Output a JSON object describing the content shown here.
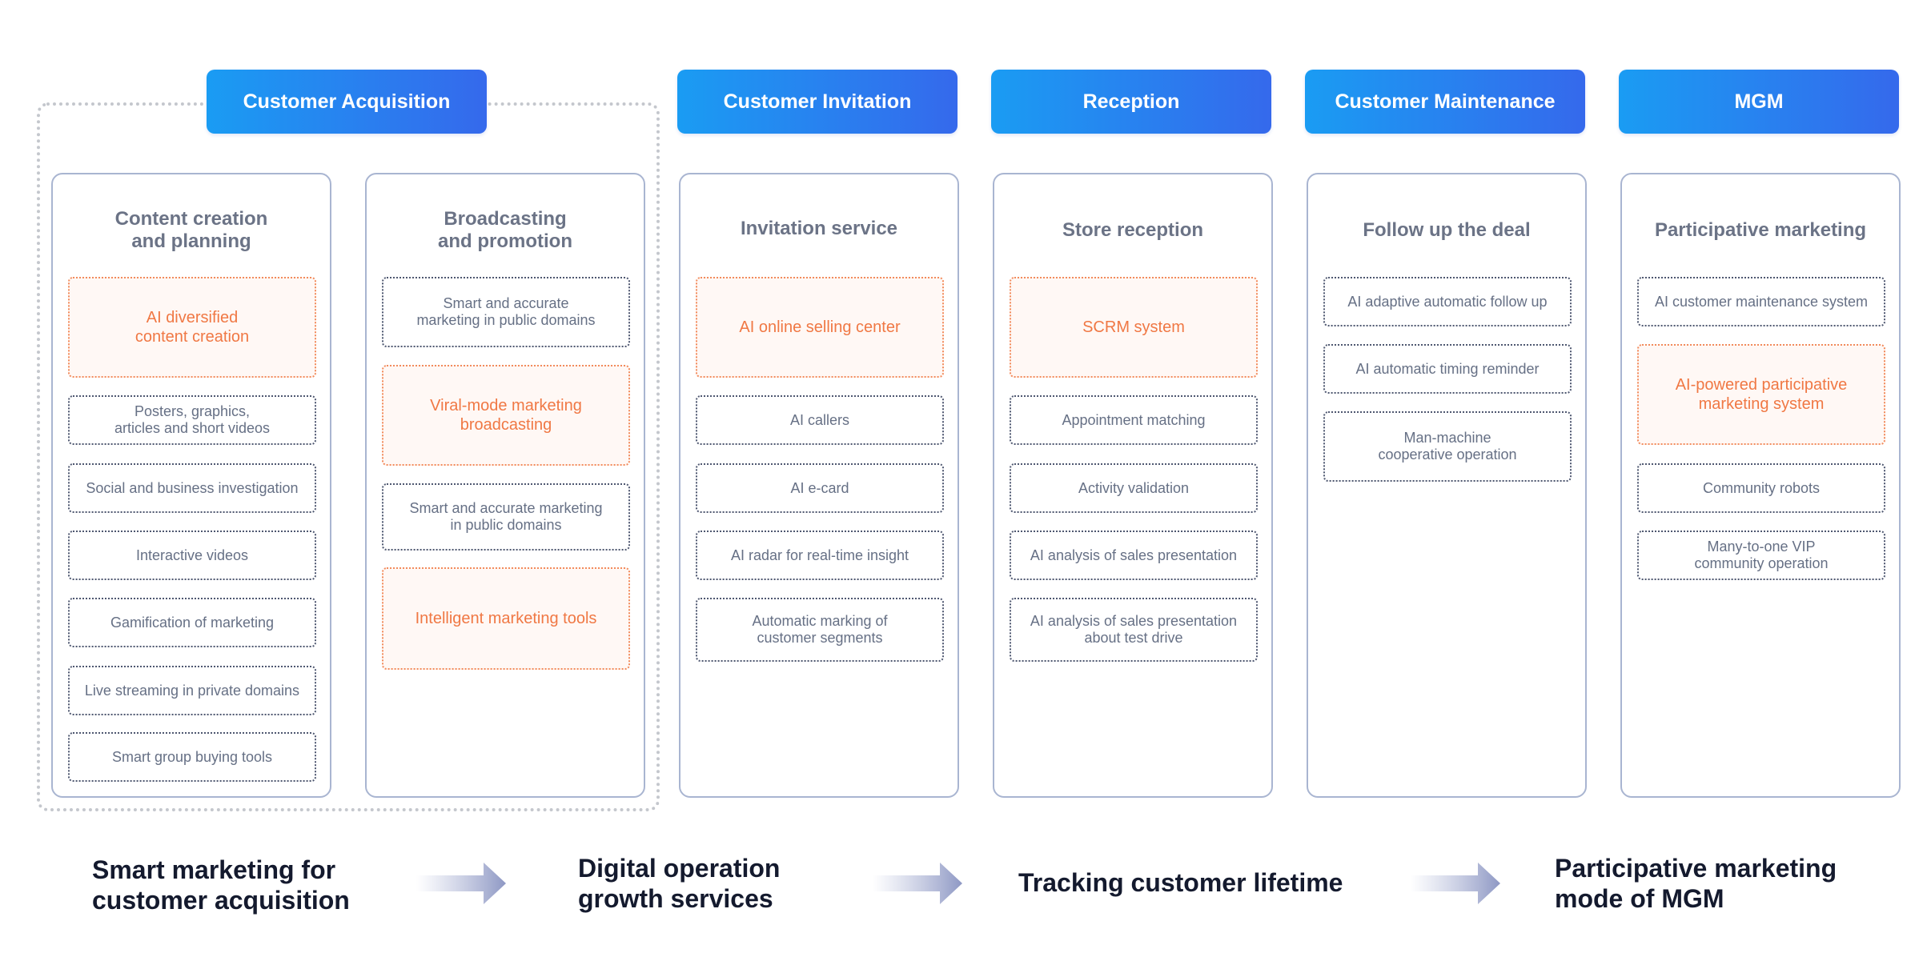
{
  "stages": [
    {
      "label": "Customer Acquisition"
    },
    {
      "label": "Customer Invitation"
    },
    {
      "label": "Reception"
    },
    {
      "label": "Customer Maintenance"
    },
    {
      "label": "MGM"
    }
  ],
  "columns": [
    {
      "title": "Content creation\nand planning",
      "items": [
        {
          "text": "AI diversified\ncontent creation",
          "highlight": true
        },
        {
          "text": "Posters, graphics,\narticles and short videos",
          "highlight": false
        },
        {
          "text": "Social and business investigation",
          "highlight": false
        },
        {
          "text": "Interactive videos",
          "highlight": false
        },
        {
          "text": "Gamification of marketing",
          "highlight": false
        },
        {
          "text": "Live streaming in private domains",
          "highlight": false
        },
        {
          "text": "Smart group buying tools",
          "highlight": false
        }
      ]
    },
    {
      "title": "Broadcasting\nand promotion",
      "items": [
        {
          "text": "Smart and accurate\nmarketing in public domains",
          "highlight": false
        },
        {
          "text": "Viral-mode marketing\nbroadcasting",
          "highlight": true
        },
        {
          "text": "Smart and accurate marketing\nin public domains",
          "highlight": false
        },
        {
          "text": "Intelligent marketing tools",
          "highlight": true
        }
      ]
    },
    {
      "title": "Invitation service",
      "items": [
        {
          "text": "AI online selling center",
          "highlight": true
        },
        {
          "text": "AI callers",
          "highlight": false
        },
        {
          "text": "AI e-card",
          "highlight": false
        },
        {
          "text": "AI radar for real-time insight",
          "highlight": false
        },
        {
          "text": "Automatic marking of\ncustomer segments",
          "highlight": false
        }
      ]
    },
    {
      "title": "Store reception",
      "items": [
        {
          "text": "SCRM system",
          "highlight": true
        },
        {
          "text": "Appointment matching",
          "highlight": false
        },
        {
          "text": "Activity validation",
          "highlight": false
        },
        {
          "text": "AI analysis of sales presentation",
          "highlight": false
        },
        {
          "text": "AI analysis of sales presentation\nabout test drive",
          "highlight": false
        }
      ]
    },
    {
      "title": "Follow up the deal",
      "items": [
        {
          "text": "AI adaptive automatic follow up",
          "highlight": false
        },
        {
          "text": "AI automatic timing reminder",
          "highlight": false
        },
        {
          "text": "Man-machine\ncooperative operation",
          "highlight": false
        }
      ]
    },
    {
      "title": "Participative marketing",
      "items": [
        {
          "text": "AI customer maintenance system",
          "highlight": false
        },
        {
          "text": "AI-powered participative\nmarketing system",
          "highlight": true
        },
        {
          "text": "Community robots",
          "highlight": false
        },
        {
          "text": "Many-to-one VIP\ncommunity operation",
          "highlight": false
        }
      ]
    }
  ],
  "footer": [
    {
      "text": "Smart marketing for\ncustomer acquisition"
    },
    {
      "text": "Digital operation\ngrowth services"
    },
    {
      "text": "Tracking customer lifetime"
    },
    {
      "text": "Participative marketing\nmode of MGM"
    }
  ],
  "colors": {
    "header_gradient_start": "#1a9cf3",
    "header_gradient_end": "#3569ec",
    "highlight_text": "#f07844",
    "highlight_border": "#f28b5c",
    "item_border": "#4e5770"
  }
}
